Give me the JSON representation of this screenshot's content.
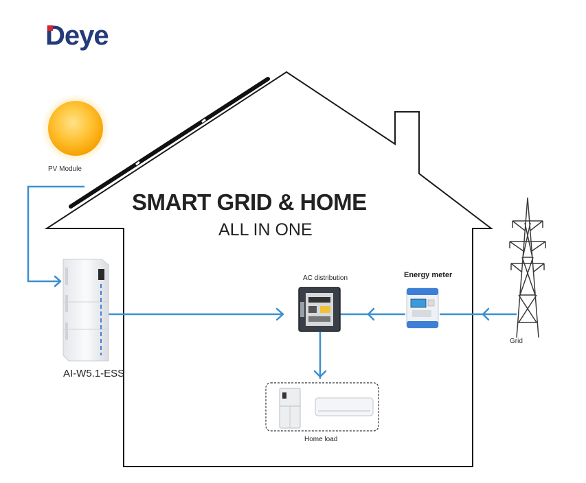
{
  "brand": {
    "name": "Deye",
    "accent_color": "#d4262d",
    "text_color": "#243a7a"
  },
  "diagram": {
    "title": "SMART GRID &  HOME",
    "subtitle": "ALL IN ONE",
    "line_color": "#3c8fce",
    "nodes": {
      "pv_module": {
        "label": "PV Module",
        "icon": "sun-icon"
      },
      "battery": {
        "label": "AI-W5.1-ESS",
        "icon": "battery-cabinet-icon"
      },
      "ac_distribution": {
        "label": "AC distribution",
        "icon": "distribution-box-icon"
      },
      "energy_meter": {
        "label": "Energy meter",
        "icon": "meter-icon"
      },
      "grid": {
        "label": "Grid",
        "icon": "power-tower-icon"
      },
      "home_load": {
        "label": "Home load",
        "icons": [
          "refrigerator-icon",
          "air-conditioner-icon"
        ]
      }
    }
  }
}
